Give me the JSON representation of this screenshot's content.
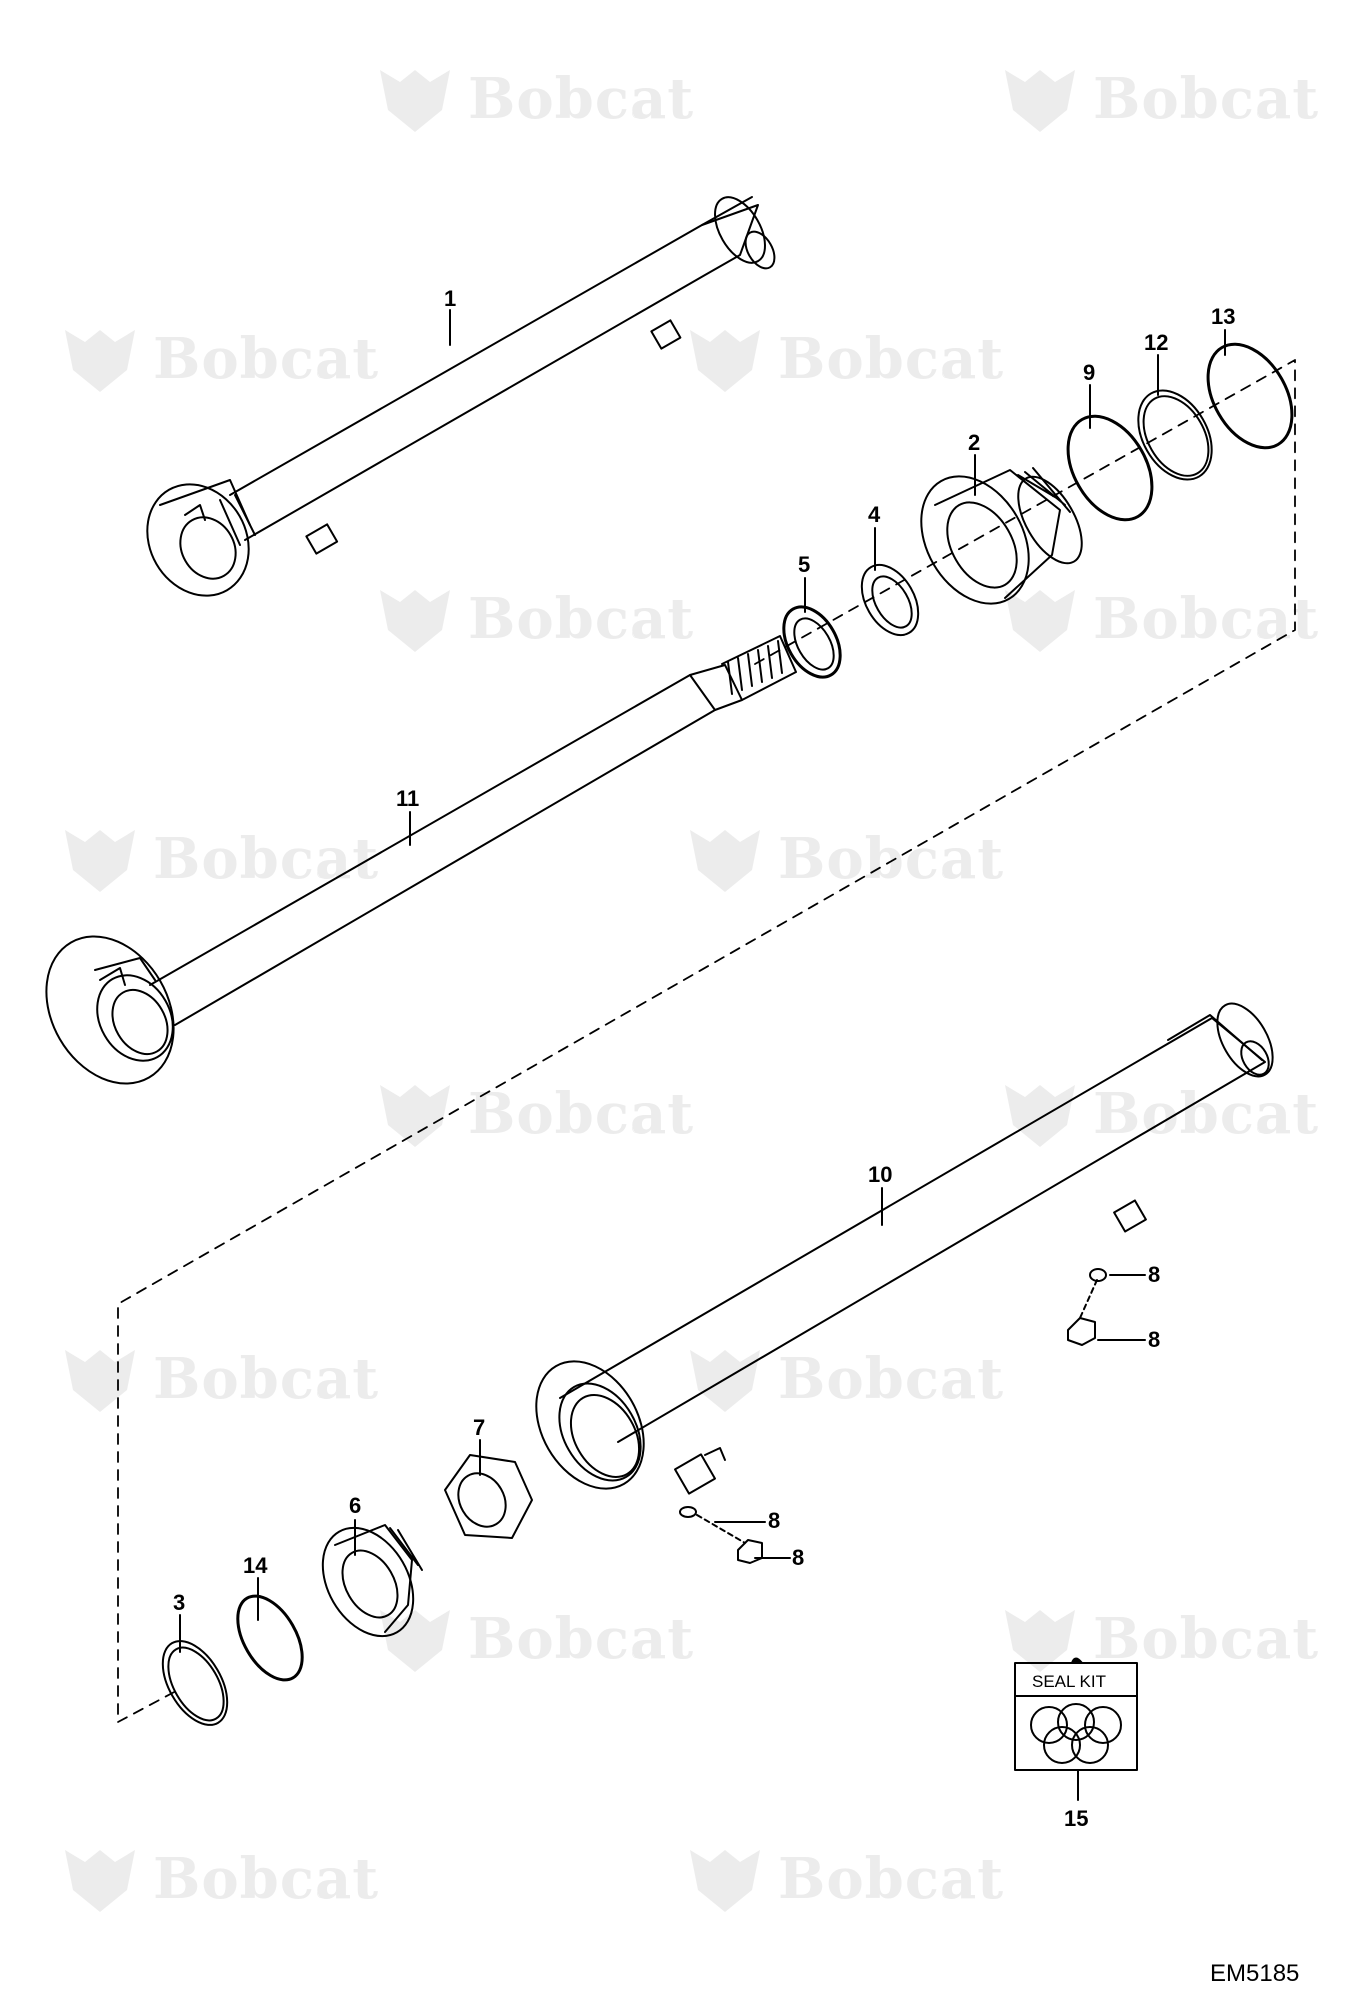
{
  "watermark": {
    "text": "Bobcat",
    "mark": "®"
  },
  "callouts": {
    "c1": "1",
    "c2": "2",
    "c3": "3",
    "c4": "4",
    "c5": "5",
    "c6": "6",
    "c7": "7",
    "c8a": "8",
    "c8b": "8",
    "c8c": "8",
    "c8d": "8",
    "c9": "9",
    "c10": "10",
    "c11": "11",
    "c12": "12",
    "c13": "13",
    "c14": "14",
    "c15": "15"
  },
  "seal_kit": {
    "label": "SEAL KIT"
  },
  "drawing_id": "EM5185",
  "colors": {
    "line": "#000000",
    "watermark": "#ececec",
    "background": "#ffffff"
  }
}
